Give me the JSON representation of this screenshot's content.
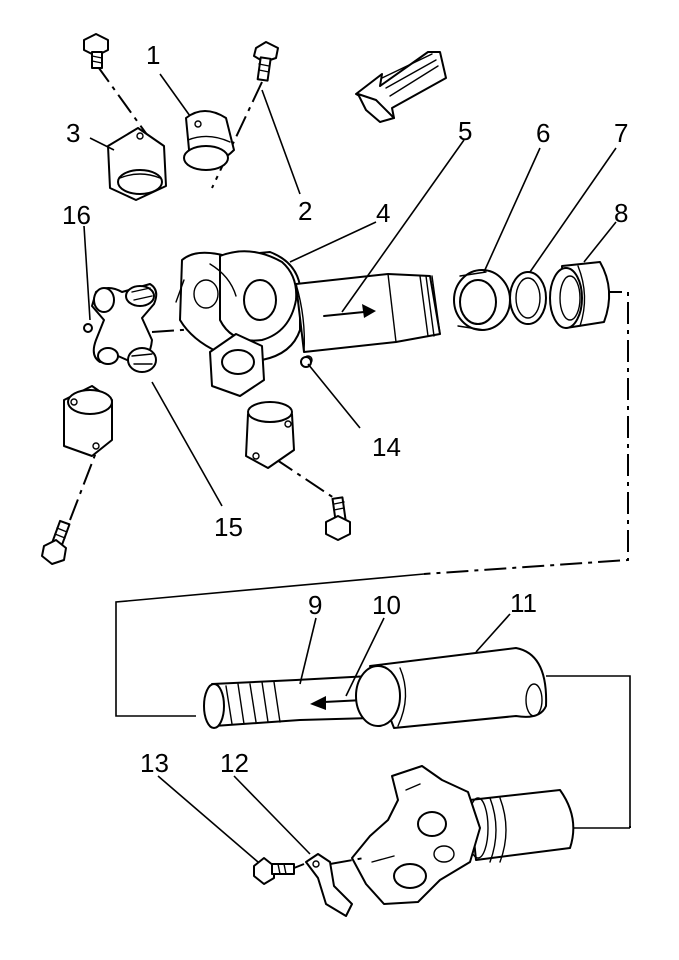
{
  "callouts": [
    {
      "id": "1",
      "text": "1"
    },
    {
      "id": "2",
      "text": "2"
    },
    {
      "id": "3",
      "text": "3"
    },
    {
      "id": "4",
      "text": "4"
    },
    {
      "id": "5",
      "text": "5"
    },
    {
      "id": "6",
      "text": "6"
    },
    {
      "id": "7",
      "text": "7"
    },
    {
      "id": "8",
      "text": "8"
    },
    {
      "id": "9",
      "text": "9"
    },
    {
      "id": "10",
      "text": "10"
    },
    {
      "id": "11",
      "text": "11"
    },
    {
      "id": "12",
      "text": "12"
    },
    {
      "id": "13",
      "text": "13"
    },
    {
      "id": "14",
      "text": "14"
    },
    {
      "id": "15",
      "text": "15"
    },
    {
      "id": "16",
      "text": "16"
    }
  ],
  "colors": {
    "ink": "#000000",
    "paper": "#ffffff"
  }
}
